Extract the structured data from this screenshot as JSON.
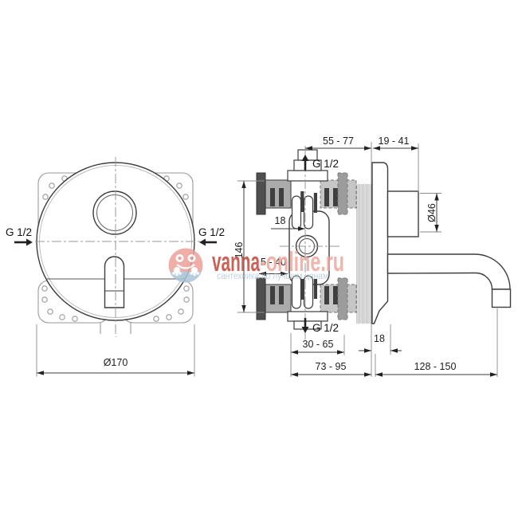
{
  "front_view": {
    "left_connection": "G 1/2",
    "right_connection": "G 1/2",
    "diameter": "Ø170"
  },
  "side_view": {
    "dims": {
      "top_span": "55 - 77",
      "wall_clearance": "19 - 41",
      "inlet_top": "G 1/2",
      "inlet_bottom": "G 1/2",
      "height": "146",
      "center_offset": "18",
      "wall_thickness": "5 - 40",
      "spout_diameter": "Ø46",
      "bottom_span": "30 - 65",
      "plate_gap": "18",
      "body_depth": "73 - 95",
      "spout_reach": "128 - 150"
    }
  },
  "watermark": {
    "brand": "vanna",
    "brand_suffix": "-online.ru",
    "tagline": "сантехника по лучшим ценам",
    "brand_color": "#c5453a",
    "brand_suffix_color": "#eda89d",
    "tagline_color": "#b5cbd9"
  }
}
